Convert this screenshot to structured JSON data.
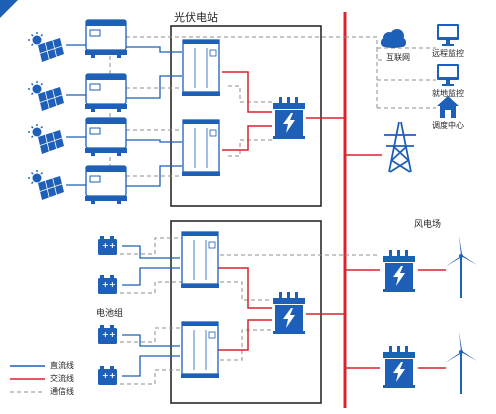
{
  "labels": {
    "pv_station": "光伏电站",
    "internet": "互联网",
    "remote_monitor": "远程监控",
    "local_monitor": "就地监控",
    "dispatch_center": "调度中心",
    "wind_farm": "风电场",
    "battery_group": "电池组"
  },
  "legend": {
    "dc": "直流线",
    "ac": "交流线",
    "comm": "通信线"
  },
  "colors": {
    "accent_blue": "#1e5fb8",
    "ac_red": "#d9232d",
    "comm_gray": "#8c8c8c",
    "box_border": "#2b2b2b"
  },
  "icons": [
    "solar-panel-icon",
    "inverter-icon",
    "battery-icon",
    "cabinet-icon",
    "transformer-icon",
    "cloud-icon",
    "computer-icon",
    "home-icon",
    "power-tower-icon",
    "wind-turbine-icon"
  ]
}
